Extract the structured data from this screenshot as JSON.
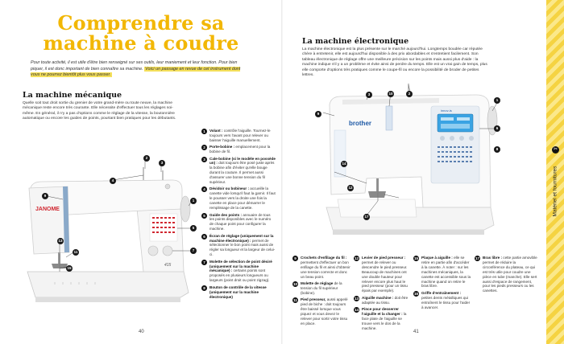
{
  "left_page": {
    "title": "Comprendre sa machine à coudre",
    "intro_plain": "Pour toute activité, il est utile d'être bien renseigné sur ses outils, leur maniement et leur fonction. Pour bien piquer, il est donc important de bien connaître sa machine. ",
    "intro_highlight": "Voici un passage en revue de cet instrument dont vous ne pourrez bientôt plus vous passer.",
    "section_title": "La machine mécanique",
    "section_text": "Quelle soit tout droit sortie du grenier de votre grand-mère ou toute neuve, la machine mécanique reste encore très courante. Elle nécessite d'effectuer tous les réglages soi-même. En général, il n'y a pas d'options comme le réglage de la vitesse, la boutonnière automatique ou encore les guides de points, pourtant bien pratiques pour les débutants.",
    "machine_brand": "JANOME",
    "machine_model": "415",
    "folio": "40",
    "legend": [
      {
        "n": "1",
        "term": "Volant :",
        "text": " contrôle l'aiguille. Tournez-le toujours vers l'avant pour relever ou baisser l'aiguille manuellement."
      },
      {
        "n": "2",
        "term": "Porte-bobine :",
        "text": " emplacement pour la bobine de fil."
      },
      {
        "n": "3",
        "term": "Cale-bobine (si le modèle en possède un) :",
        "text": " doit toujours être posé juste après la bobine afin d'éviter qu'elle bouge durant la couture. Il permet aussi d'assurer une bonne tension du fil supérieur."
      },
      {
        "n": "4",
        "term": "Dévidoir ou bobineur :",
        "text": " accueille la canette vide lorsqu'il faut la garnir. Il faut le pousser vers la droite une fois la canette en place pour démarrer le remplissage de la canette."
      },
      {
        "n": "5",
        "term": "Guide des points :",
        "text": " annuaire de tous les points disponibles avec le numéro de chaque point pour configurer la machine."
      },
      {
        "n": "6",
        "term": "Écran de réglage (uniquement sur la machine électronique) :",
        "text": " permet de sélectionner le bon point mais aussi de régler sa longueur et la largeur de celui-ci."
      },
      {
        "n": "7",
        "term": "Molette de sélection de point désiré (uniquement sur la machine mécanique) :",
        "text": " certains points sont proposés en plusieurs longueurs ou largeurs (point droit ou point zigzag)."
      },
      {
        "n": "8",
        "term": "Bouton de contrôle de la vitesse (uniquement sur la machine électronique)",
        "text": ""
      }
    ]
  },
  "right_page": {
    "section_title": "La machine électronique",
    "section_text": "La machine électronique est la plus présente sur le marché aujourd'hui. Longtemps boudée car réputée chère à entretenir, elle est aujourd'hui disponible à des prix abordables et s'entretient facilement. Son tableau électronique de réglage offre une meilleure précision sur les points mais aussi plus d'aide : la machine indique s'il y a un problème et évite ainsi de perdre du temps. Elle est un vrai gain de temps, plus elle comporte d'options très pratiques comme le coupe-fil ou encore la possibilité de broder de petites lettres.",
    "machine_brand": "brother",
    "screen_brand": "innov-is",
    "folio": "41",
    "legend_col1": [
      {
        "n": "9",
        "term": "Crochets d'enfilage du fil :",
        "text": " permettent d'effectuer un bon enfilage du fil et ainsi d'obtenir une tension correcte et donc un beau point."
      },
      {
        "n": "10",
        "term": "Molette de réglage",
        "text": " de la tension du fil supérieur (bobine)."
      },
      {
        "n": "11",
        "term": "Pied presseur,",
        "text": " aussi appelé pied de biche : doit toujours être baissé lorsque vous piquez et vous devez le relever pour sortir votre tissu en place."
      }
    ],
    "legend_col2": [
      {
        "n": "12",
        "term": "Levier de pied presseur :",
        "text": " permet de relever ou descendre le pied presseur. Beaucoup de machines ont une double hauteur pour relever encore plus haut le pied presseur (pour un tissu épais par exemple)."
      },
      {
        "n": "13",
        "term": "Aiguille machine :",
        "text": " doit être adaptée au tissu."
      },
      {
        "n": "14",
        "term": "Pince pour desserrer l'aiguille et la changer :",
        "text": " la face plate de l'aiguille se trouve vers le dos de la machine."
      }
    ],
    "legend_col3": [
      {
        "n": "15",
        "term": "Plaque à aiguille :",
        "text": " elle se retire en partie afin d'accéder à la canette. À noter : sur les machines mécaniques, la canette est accessible sous la machine quand on retire le bras libre."
      },
      {
        "n": "16",
        "term": "Griffe d'entraînement :",
        "text": " petites dents métalliques qui entraînent le tissu pour l'aider à avancer."
      }
    ],
    "legend_col4": [
      {
        "n": "17",
        "term": "Bras libre :",
        "text": " cette partie amovible permet de réduire la circonférence du plateau, ce qui est très utile pour coudre une pièce en tube (manche). Elle sert aussi d'espace de rangement, pour les pieds presseurs ou les canettes."
      }
    ],
    "side_tab_label": "Matériel et fournitures",
    "side_tab_symbol": "✂"
  },
  "colors": {
    "title": "#f2b705",
    "highlight": "#f4df5a",
    "side_tab": "#f5d342",
    "janome_red": "#d0262f",
    "brother_blue": "#1f5aa6",
    "screen_blue": "#3aa3e3"
  }
}
